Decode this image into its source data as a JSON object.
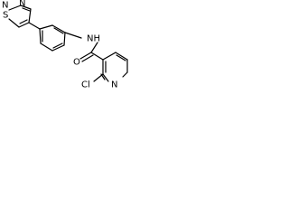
{
  "molecule": {
    "atoms": {
      "s1": "S",
      "n_thiadiazole_a": "N",
      "n_thiadiazole_b": "N",
      "nh": "NH",
      "o": "O",
      "cl": "Cl",
      "n_pyridine": "N"
    }
  },
  "colors": {
    "bond": "#000000",
    "background": "#ffffff"
  }
}
